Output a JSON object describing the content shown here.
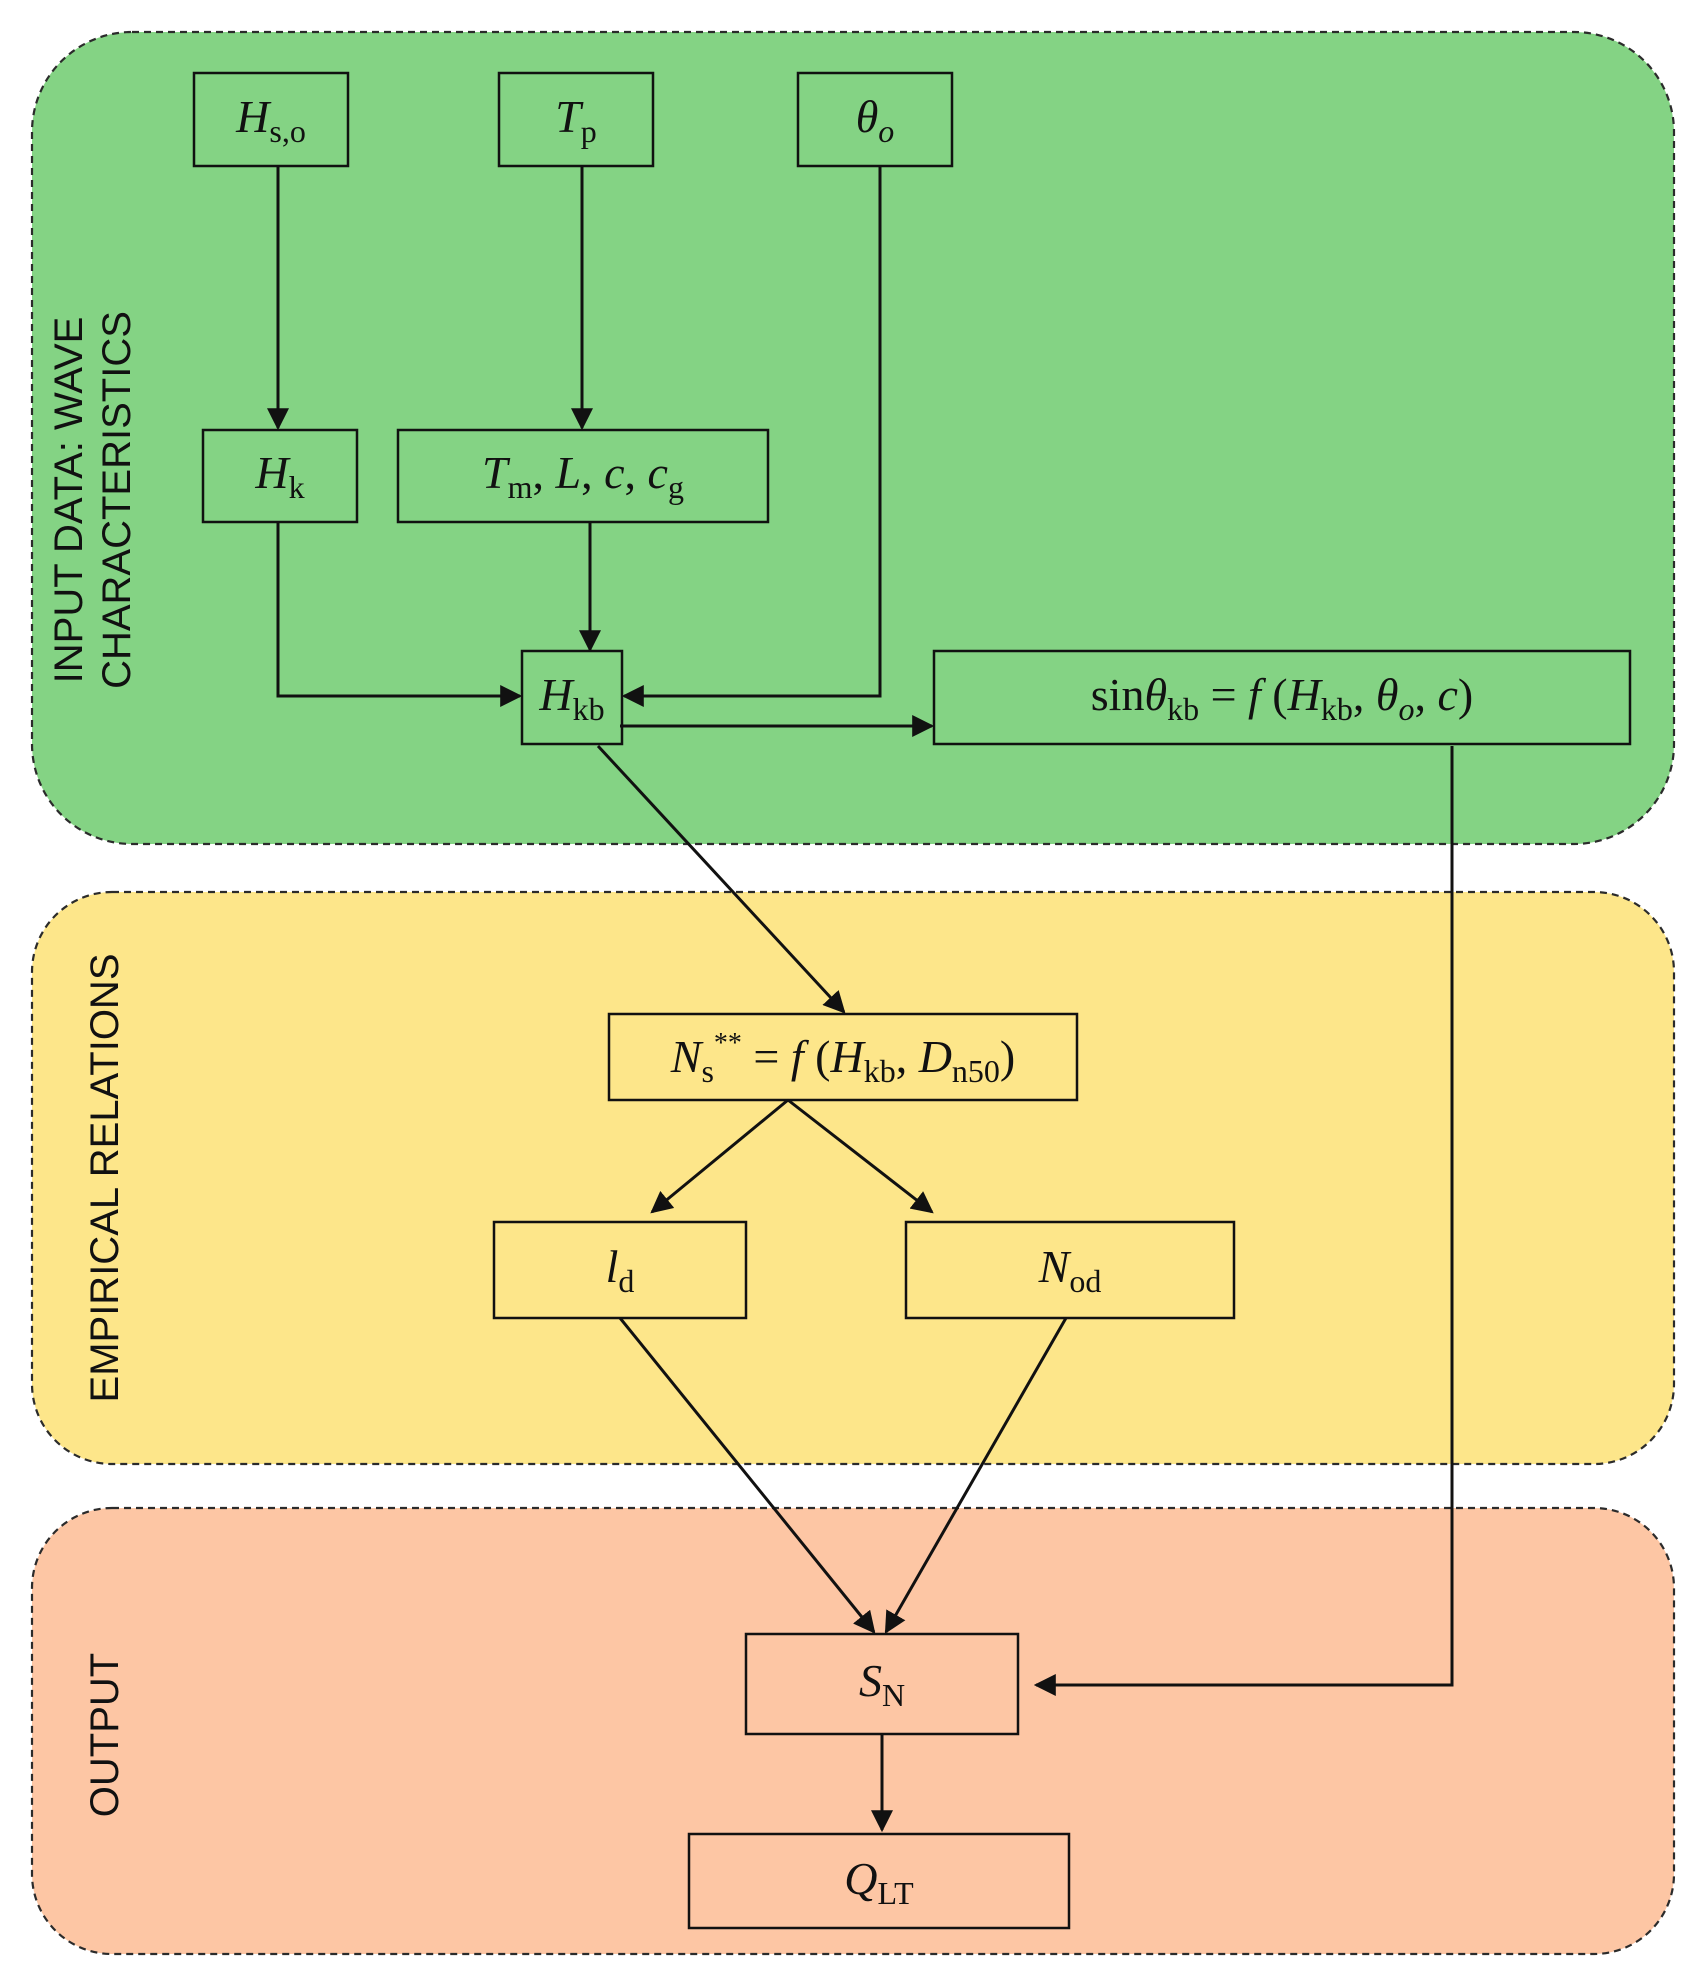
{
  "colors": {
    "input_region": "#84d384",
    "empirical_region": "#fde68a",
    "output_region": "#fdc6a4",
    "stroke": "#111111"
  },
  "sections": {
    "input_line1": "INPUT DATA: WAVE",
    "input_line2": "CHARACTERISTICS",
    "empirical": "EMPIRICAL RELATIONS",
    "output": "OUTPUT"
  },
  "nodes": {
    "hso": {
      "main": "H",
      "sub": "s,o"
    },
    "tp": {
      "main": "T",
      "sub": "p"
    },
    "theta_o": {
      "main": "θ",
      "sub": "o"
    },
    "hk": {
      "main": "H",
      "sub": "k"
    },
    "tm_group": {
      "t": "T",
      "m": "m",
      "l": "L",
      "c": "c",
      "cg": "c",
      "g": "g",
      "sep": ", "
    },
    "hkb": {
      "main": "H",
      "sub": "kb"
    },
    "sin_theta": {
      "sin": "sin",
      "theta": "θ",
      "kb": "kb",
      "eq": " = ",
      "f": "f",
      "open": " (",
      "h": "H",
      "hsub": "kb",
      "comma": ", ",
      "th2": "θ",
      "o": "o",
      "c": "c",
      "close": ")"
    },
    "ns": {
      "n": "N",
      "s": "s",
      "stars": "**",
      "eq": " = ",
      "f": "f",
      "open": " (",
      "h": "H",
      "hsub": "kb",
      "comma": ", ",
      "d": "D",
      "dsub": "n50",
      "close": ")"
    },
    "ld": {
      "main": "l",
      "sub": "d"
    },
    "nod": {
      "main": "N",
      "sub": "od"
    },
    "sn": {
      "main": "S",
      "sub": "N"
    },
    "qlt": {
      "main": "Q",
      "sub": "LT"
    }
  }
}
